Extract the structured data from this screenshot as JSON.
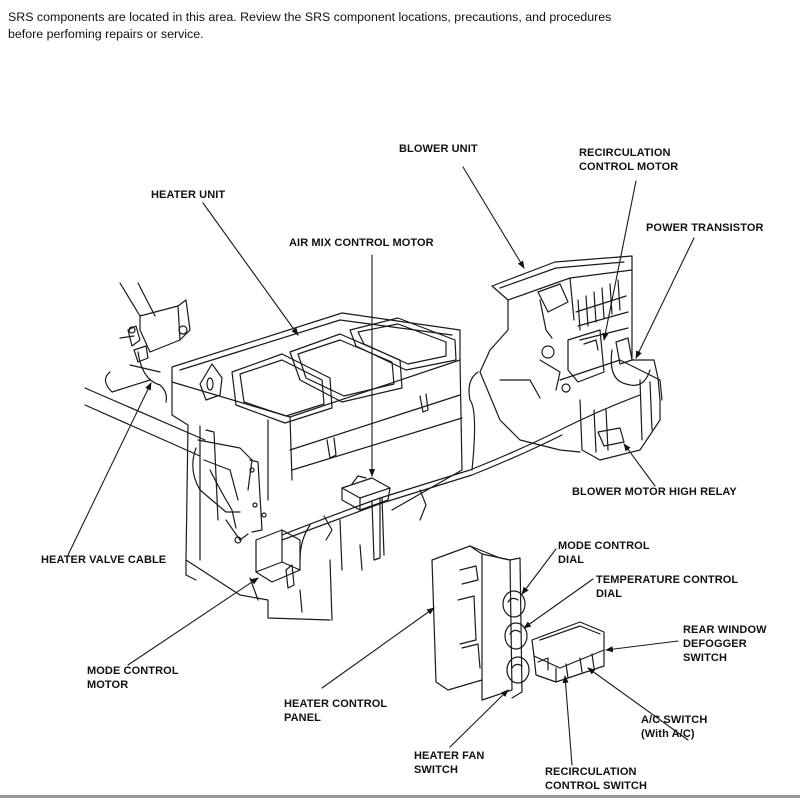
{
  "notice": {
    "line1": "SRS components are located in this area. Review the SRS component locations, precautions, and procedures",
    "line2": "before perfoming repairs or service."
  },
  "labels": {
    "blower_unit": [
      "BLOWER UNIT"
    ],
    "recirculation_control_motor": [
      "RECIRCULATION",
      "CONTROL MOTOR"
    ],
    "heater_unit": [
      "HEATER UNIT"
    ],
    "power_transistor": [
      "POWER TRANSISTOR"
    ],
    "air_mix_control_motor": [
      "AIR MIX CONTROL MOTOR"
    ],
    "blower_motor_high_relay": [
      "BLOWER MOTOR HIGH RELAY"
    ],
    "heater_valve_cable": [
      "HEATER VALVE CABLE"
    ],
    "mode_control_dial": [
      "MODE CONTROL",
      "DIAL"
    ],
    "temperature_control_dial": [
      "TEMPERATURE CONTROL",
      "DIAL"
    ],
    "rear_window_defogger_switch": [
      "REAR WINDOW",
      "DEFOGGER",
      "SWITCH"
    ],
    "mode_control_motor": [
      "MODE CONTROL",
      "MOTOR"
    ],
    "heater_control_panel": [
      "HEATER CONTROL",
      "PANEL"
    ],
    "ac_switch": [
      "A/C SWITCH",
      "(With A/C)"
    ],
    "heater_fan_switch": [
      "HEATER FAN",
      "SWITCH"
    ],
    "recirculation_control_switch": [
      "RECIRCULATION",
      "CONTROL SWITCH"
    ]
  }
}
